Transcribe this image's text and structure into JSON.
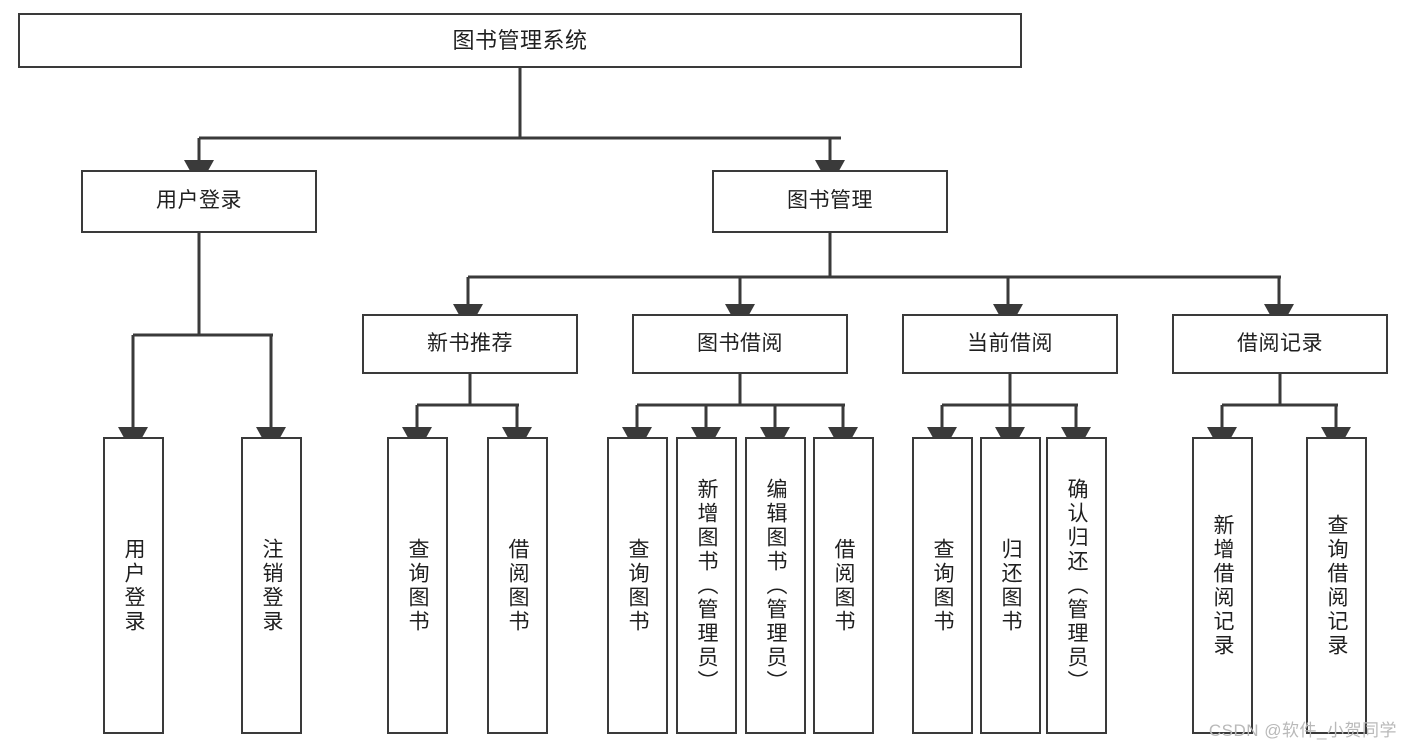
{
  "diagram": {
    "title": "图书管理系统",
    "root": {
      "label": "图书管理系统"
    },
    "level2": [
      {
        "label": "用户登录"
      },
      {
        "label": "图书管理"
      }
    ],
    "level3": [
      {
        "label": "新书推荐"
      },
      {
        "label": "图书借阅"
      },
      {
        "label": "当前借阅"
      },
      {
        "label": "借阅记录"
      }
    ],
    "leaves": {
      "user_login": [
        {
          "label": "用户登录"
        },
        {
          "label": "注销登录"
        }
      ],
      "new_book": [
        {
          "label": "查询图书"
        },
        {
          "label": "借阅图书"
        }
      ],
      "book_borrow": [
        {
          "label": "查询图书"
        },
        {
          "label": "新增图书（管理员）"
        },
        {
          "label": "编辑图书（管理员）"
        },
        {
          "label": "借阅图书"
        }
      ],
      "current_borrow": [
        {
          "label": "查询图书"
        },
        {
          "label": "归还图书"
        },
        {
          "label": "确认归还（管理员）"
        }
      ],
      "borrow_record": [
        {
          "label": "新增借阅记录"
        },
        {
          "label": "查询借阅记录"
        }
      ]
    }
  },
  "watermark": {
    "text": "CSDN @软件_小贺同学"
  },
  "colors": {
    "box_border": "#3a3a3a",
    "connector": "#3a3a3a",
    "background": "#ffffff",
    "text": "#1f1f1f",
    "watermark": "#b9b9b9"
  }
}
